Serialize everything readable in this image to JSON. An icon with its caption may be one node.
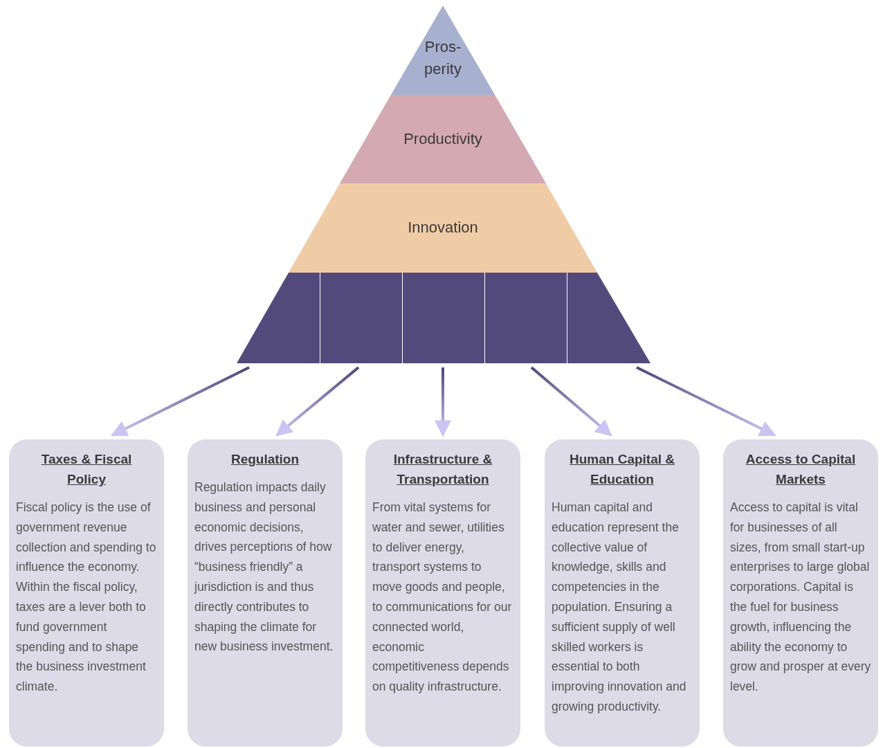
{
  "diagram": {
    "nodes": [
      {
        "text": [
          "Pros- perity"
        ]
      },
      {
        "text": [
          "Productivity"
        ]
      },
      {
        "text": [
          "Innovation"
        ]
      },
      {
        "text": [],
        "shape": "box"
      },
      {
        "text": [],
        "shape": "box"
      },
      {
        "text": [],
        "shape": "box"
      },
      {
        "text": [],
        "shape": "box"
      },
      {
        "text": [],
        "shape": "box"
      },
      {
        "text": [
          "Taxes & Fiscal Policy",
          "Fiscal policy is the use of government revenue collection and spending to influence the economy. Within the fiscal policy, taxes are a lever both to fund government spending and to shape the business investment climate."
        ]
      },
      {
        "text": [
          "Regulation",
          "Regulation impacts daily business and personal economic decisions, drives perceptions of how “business friendly” a jurisdiction is and thus directly contributes to shaping the climate for new business investment."
        ]
      },
      {
        "text": [
          "Infrastructure & Transportation",
          "From vital systems for water and sewer, utilities to deliver energy, transport systems to move goods and people, to communications for our connected world, economic competitiveness depends on quality infrastructure."
        ]
      },
      {
        "text": [
          "Human Capital & Education",
          "Human capital and education represent the collective value of knowledge, skills and competencies in the population. Ensuring a sufficient supply of well skilled workers is essential to both improving innovation and growing productivity."
        ]
      },
      {
        "text": [
          "Access to Capital Markets",
          "Access to capital is vital for businesses of all sizes, from small start-up enterprises to large global corporations. Capital is the fuel for business growth, influencing the ability the economy to grow and prosper at every level."
        ]
      }
    ],
    "edges": [
      {
        "from": 3,
        "to": 8,
        "arrow": "to"
      },
      {
        "from": 4,
        "to": 9,
        "arrow": "to"
      },
      {
        "from": 5,
        "to": 10,
        "arrow": "to"
      },
      {
        "from": 6,
        "to": 11,
        "arrow": "to"
      },
      {
        "from": 7,
        "to": 12,
        "arrow": "to"
      }
    ]
  }
}
